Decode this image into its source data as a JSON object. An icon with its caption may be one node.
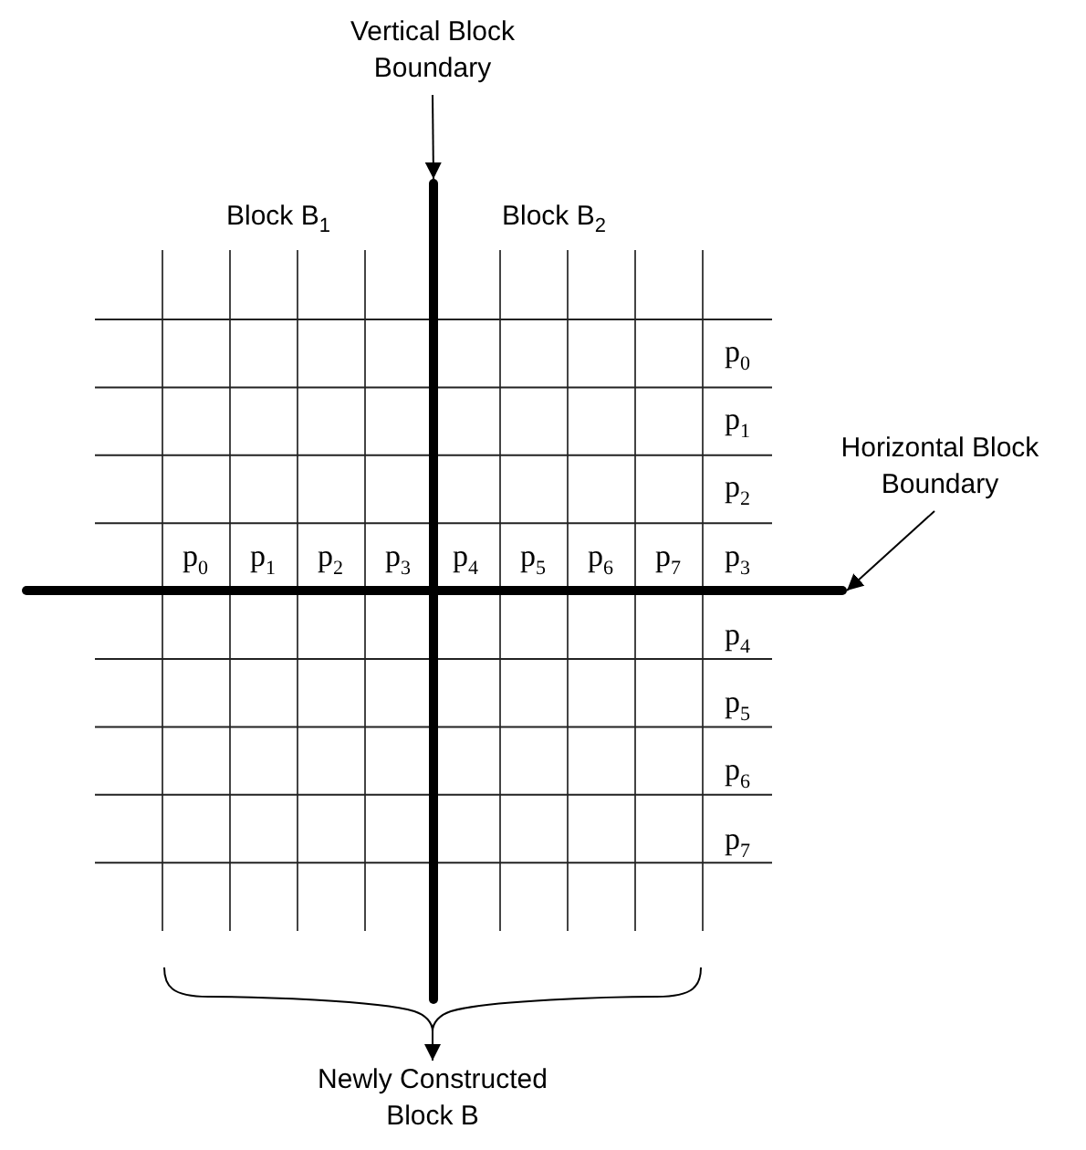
{
  "diagram": {
    "nodes": [
      {
        "text": [
          "Vertical Block Boundary"
        ]
      },
      {
        "text": [],
        "shape": "bar"
      },
      {
        "text": [
          "Horizontal Block Boundary"
        ]
      },
      {
        "text": [],
        "shape": "bar"
      },
      {
        "text": [],
        "shape": "brace"
      },
      {
        "text": [
          "Newly Constructed Block B"
        ]
      }
    ],
    "edges": [
      {
        "from": 0,
        "to": 1,
        "arrow": "to"
      },
      {
        "from": 2,
        "to": 3,
        "arrow": "to"
      },
      {
        "from": 4,
        "to": 5,
        "arrow": "to"
      }
    ],
    "labels": [
      "Block B$_{1}$",
      "Block B$_{2}$",
      "p$_{0}$",
      "p$_{1}$",
      "p$_{2}$",
      "p$_{0}$",
      "p$_{1}$",
      "p$_{2}$",
      "p$_{3}$",
      "p$_{4}$",
      "p$_{5}$",
      "p$_{6}$",
      "p$_{7}$",
      "p$_{3}$",
      "p$_{4}$",
      "p$_{5}$",
      "p$_{6}$",
      "p$_{7}$"
    ]
  }
}
